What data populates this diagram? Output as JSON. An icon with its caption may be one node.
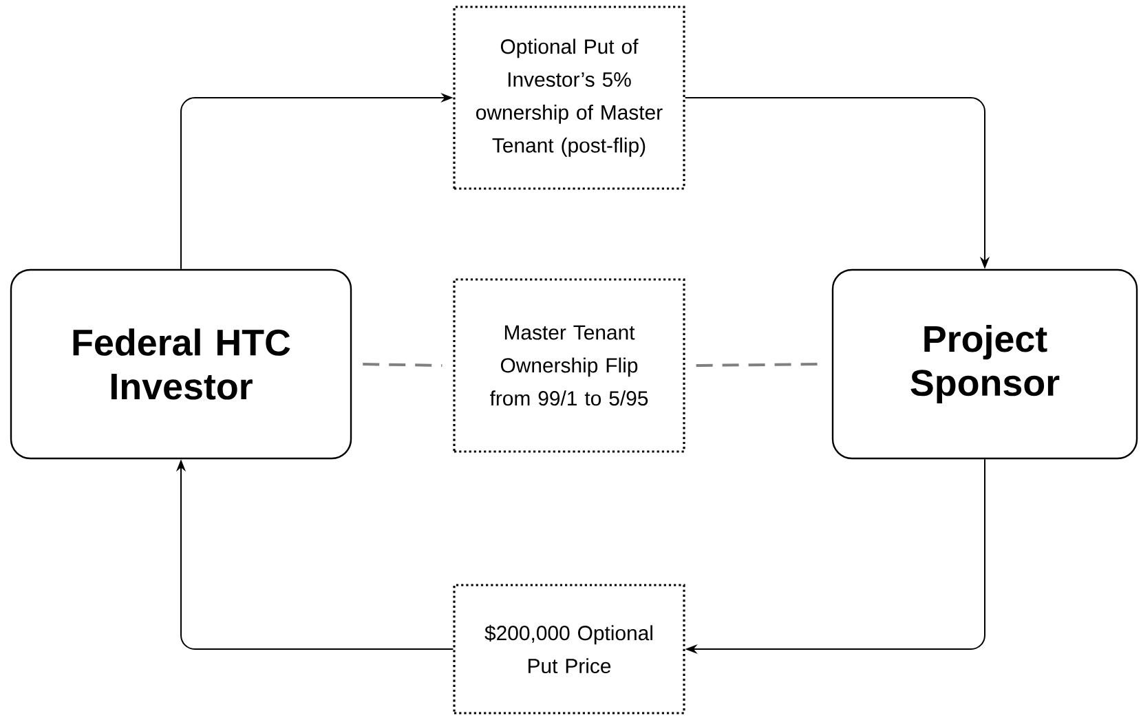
{
  "diagram": {
    "nodes": [
      {
        "text": [
          "Federal HTC Investor"
        ]
      },
      {
        "text": [
          "Project Sponsor"
        ]
      },
      {
        "text": [
          "Optional Put of Investor’s 5% ownership of Master Tenant (post-flip)"
        ]
      },
      {
        "text": [
          "Master Tenant Ownership Flip from 99/1 to 5/95"
        ]
      },
      {
        "text": [
          "$200,000 Optional Put Price"
        ]
      }
    ],
    "edges": [
      {
        "from": 0,
        "to": 2,
        "arrow": "to"
      },
      {
        "from": 2,
        "to": 1,
        "arrow": "to"
      },
      {
        "from": 1,
        "to": 4,
        "arrow": "to"
      },
      {
        "from": 4,
        "to": 0,
        "arrow": "to"
      },
      {
        "from": 0,
        "to": 3,
        "arrow": "none",
        "style": "dashed",
        "color": "#808080"
      },
      {
        "from": 3,
        "to": 1,
        "arrow": "none",
        "style": "dashed",
        "color": "#808080"
      }
    ]
  }
}
